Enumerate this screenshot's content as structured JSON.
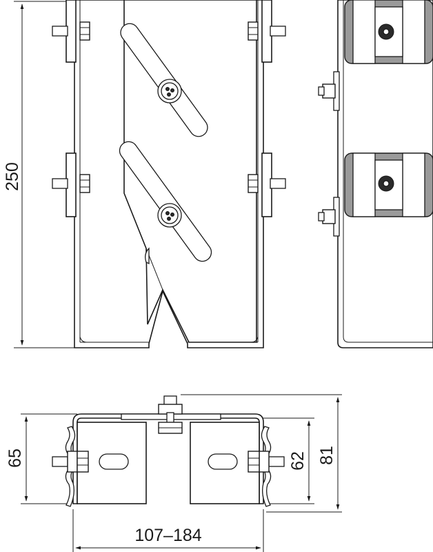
{
  "dimensions": {
    "height_total": "250",
    "bracket_height": "65",
    "clamp_height": "62",
    "overall_height": "81",
    "width_range": "107–184"
  },
  "colors": {
    "line": "#1a1a1a",
    "gray_fill": "#9a9a9a",
    "background": "#ffffff"
  }
}
